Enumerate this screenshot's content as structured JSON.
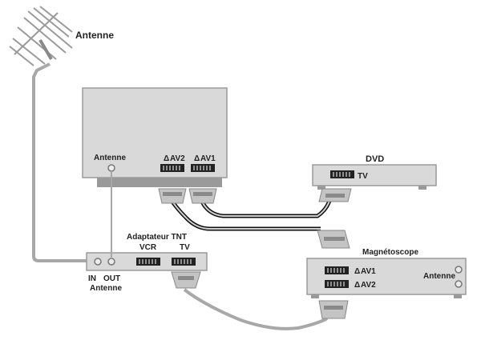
{
  "labels": {
    "antenna": "Antenne",
    "tv_antenna_port": "Antenne",
    "tv_av2": "AV2",
    "tv_av1": "AV1",
    "dvd_title": "DVD",
    "dvd_tv": "TV",
    "tnt_title": "Adaptateur TNT",
    "tnt_vcr": "VCR",
    "tnt_tv": "TV",
    "tnt_in": "IN",
    "tnt_out": "OUT",
    "tnt_antenna": "Antenne",
    "vcr_title": "Magnétoscope",
    "vcr_av1": "AV1",
    "vcr_av2": "AV2",
    "vcr_antenna": "Antenne"
  },
  "colors": {
    "device_fill": "#d9d9d9",
    "device_stroke": "#9a9a9a",
    "cable": "#a8a8a8",
    "cable_dark": "#111111",
    "scart": "#c4c4c4"
  }
}
